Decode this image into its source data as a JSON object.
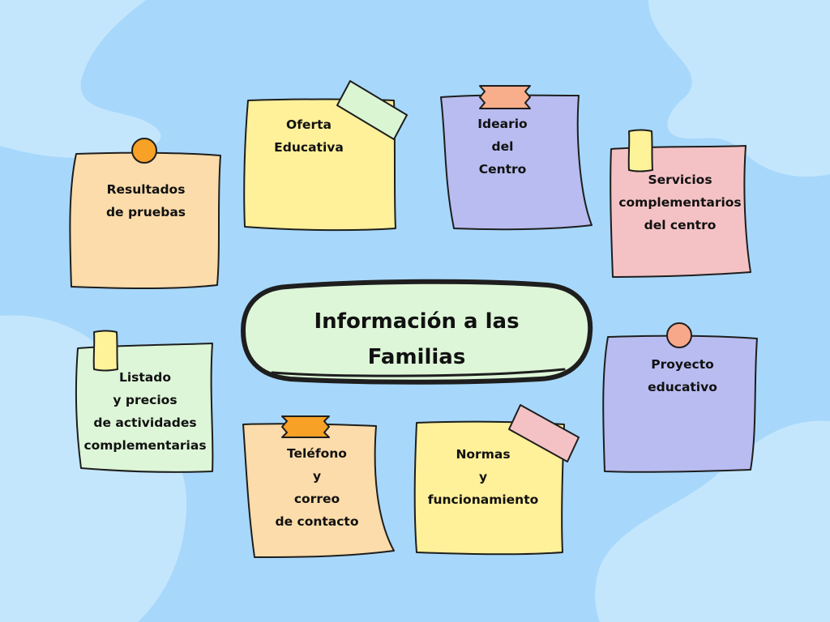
{
  "colors": {
    "background": "#a7d8fb",
    "background_blob": "#c4e6fd",
    "outline": "#1e1e1e",
    "note_yellow": "#fff09a",
    "note_peach": "#fcdcaa",
    "note_purple": "#b8bcf0",
    "note_pink": "#f4c2c5",
    "note_green": "#ddf6d8",
    "pin_orange": "#f7a126",
    "pin_salmon": "#f8a88a",
    "tape_green": "#daf5d2",
    "tape_salmon": "#f8ad8b",
    "tape_yellow": "#fff39a",
    "tape_orange": "#f7a126",
    "tape_pink": "#f4c2c5"
  },
  "center": {
    "lines": [
      "Información a las",
      "Familias"
    ]
  },
  "notes": {
    "resultados": {
      "lines": [
        "Resultados",
        "de pruebas"
      ],
      "decoration": "pin-icon"
    },
    "oferta": {
      "lines": [
        "Oferta",
        "Educativa"
      ],
      "decoration": "tape-icon"
    },
    "ideario": {
      "lines": [
        "Ideario",
        "del",
        "Centro"
      ],
      "decoration": "tape-icon"
    },
    "servicios": {
      "lines": [
        "Servicios",
        "complementarios",
        "del centro"
      ],
      "decoration": "tape-icon"
    },
    "listado": {
      "lines": [
        "Listado",
        "y precios",
        "de actividades",
        "complementarias"
      ],
      "decoration": "tape-icon"
    },
    "telefono": {
      "lines": [
        "Teléfono",
        "y",
        "correo",
        "de contacto"
      ],
      "decoration": "tape-icon"
    },
    "normas": {
      "lines": [
        "Normas",
        "y",
        "funcionamiento"
      ],
      "decoration": "tape-icon"
    },
    "proyecto": {
      "lines": [
        "Proyecto",
        "educativo"
      ],
      "decoration": "pin-icon"
    }
  }
}
